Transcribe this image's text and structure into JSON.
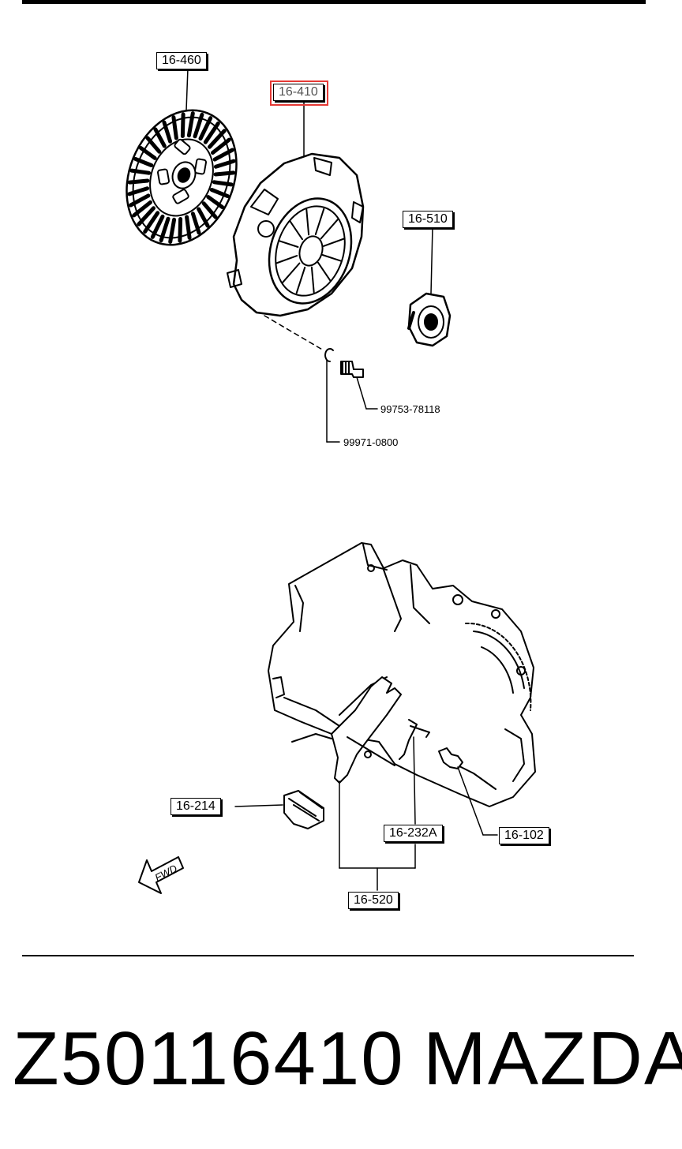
{
  "callouts": {
    "disc": "16-460",
    "cover": "16-410",
    "bearing": "16-510",
    "mount": "16-214",
    "spring": "16-232A",
    "bolt": "16-102",
    "fork": "16-520"
  },
  "part_numbers": {
    "bolt": "99753-78118",
    "washer": "99971-0800"
  },
  "fwd_label": "FWD",
  "footer": {
    "part_number": "Z50116410",
    "brand": "MAZDA"
  },
  "colors": {
    "highlight": "#e53935",
    "ink": "#000000"
  }
}
